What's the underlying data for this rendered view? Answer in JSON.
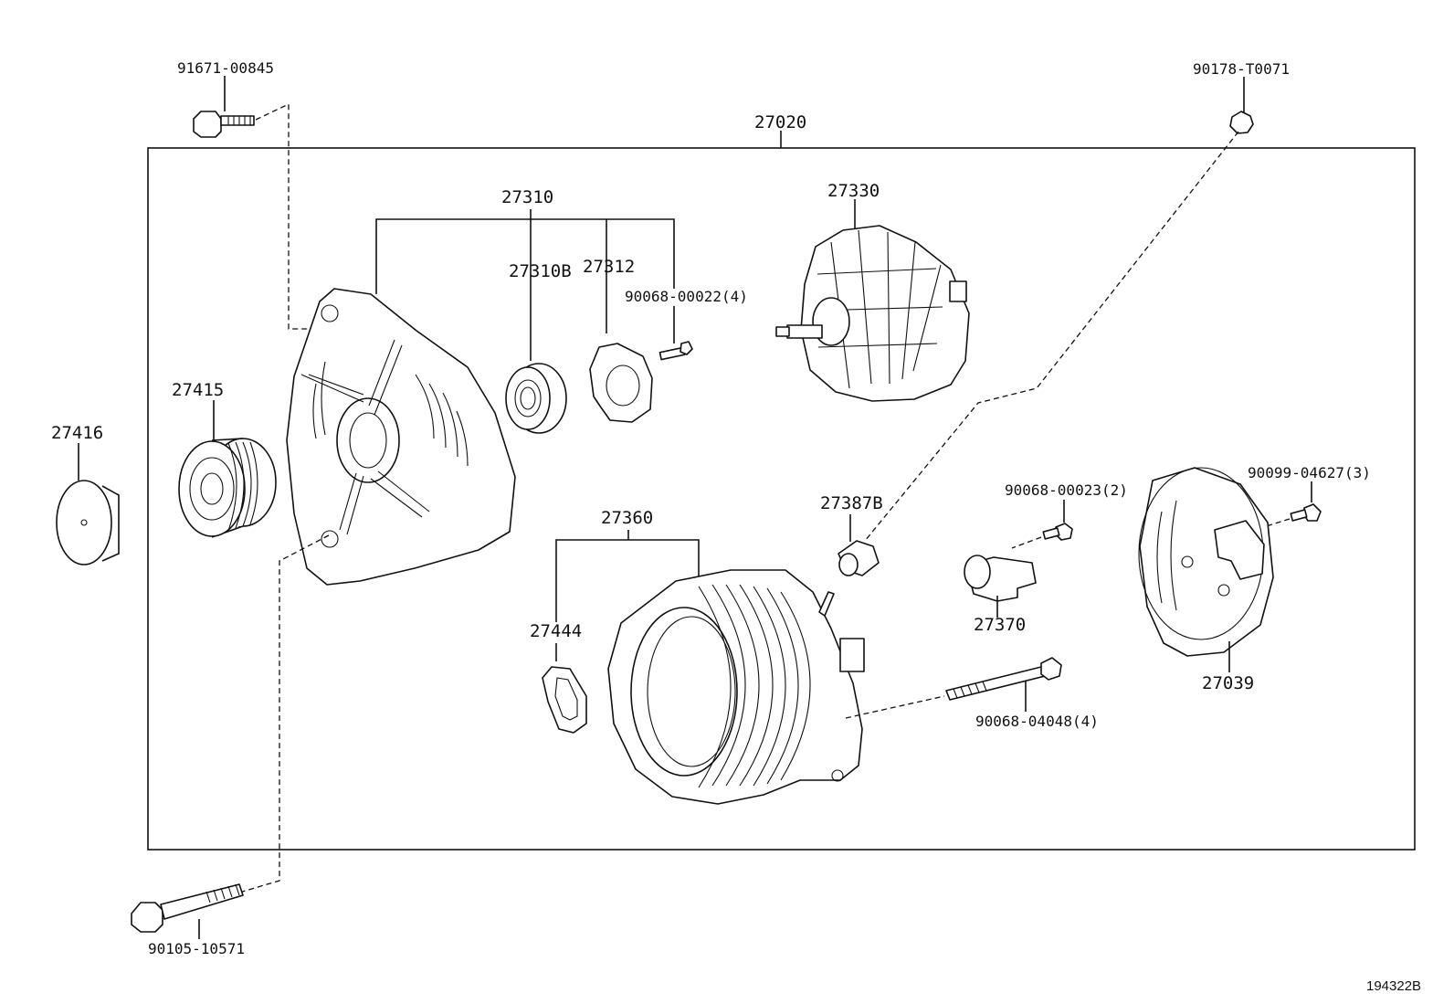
{
  "diagram": {
    "assembly": "27020",
    "parts": {
      "bolt_top": "91671-00845",
      "nut_top_right": "90178-T0071",
      "frame_drive_end": "27310",
      "bearing": "27310B",
      "retainer": "27312",
      "retainer_screw": "90068-00022(4)",
      "rotor": "27330",
      "pulley": "27415",
      "pulley_cap": "27416",
      "stator_frame": "27360",
      "insulator": "27444",
      "terminal_insulator": "27387B",
      "brush_holder_screw": "90068-00023(2)",
      "brush_holder": "27370",
      "rear_cover_screw": "90099-04627(3)",
      "rear_cover": "27039",
      "through_bolt": "90068-04048(4)",
      "bolt_bottom": "90105-10571"
    },
    "figure_id": "194322B"
  }
}
